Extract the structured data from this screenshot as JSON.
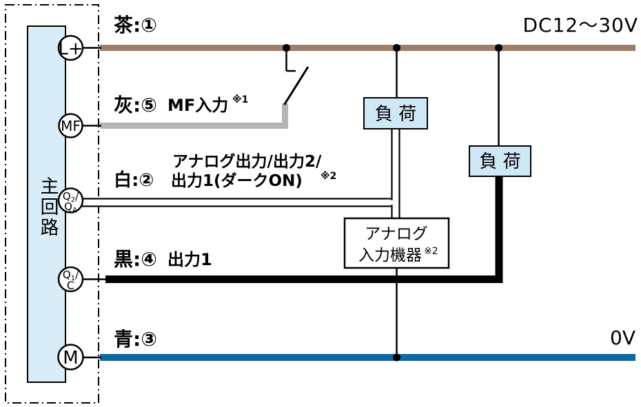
{
  "diagram": {
    "power_label": "DC12～30V",
    "ground_label": "0V",
    "unit_label": "主回路",
    "terminals": {
      "lplus": "L+",
      "mf": "MF",
      "q2": {
        "main": "Q",
        "sub": "2",
        "slash": "/",
        "main2": "Q",
        "sub2": "A"
      },
      "q1": {
        "main": "Q",
        "sub": "1",
        "slash": "/",
        "line2": "C"
      },
      "m": "M"
    },
    "wires": {
      "brown": {
        "label": "茶:①",
        "color": "#9e7e66"
      },
      "gray": {
        "label": "灰:⑤",
        "desc": "MF入力",
        "note": "※1",
        "color": "#b5b5b5"
      },
      "white": {
        "label": "白:②",
        "desc_line1": "アナログ出力/出力2/",
        "desc_line2": "出力1(ダークON)",
        "note": "※2",
        "color": "#ffffff"
      },
      "black": {
        "label": "黒:④",
        "desc": "出力1",
        "color": "#000000"
      },
      "blue": {
        "label": "青:③",
        "color": "#0f67a0"
      }
    },
    "components": {
      "load1_label": "負 荷",
      "load2_label": "負 荷",
      "analog_device": {
        "line1": "アナログ",
        "line2": "入力機器",
        "note": "※2"
      }
    },
    "colors": {
      "box_fill": "#cfe8f6",
      "unit_fill": "#d8edf8",
      "line_black": "#000000"
    }
  }
}
